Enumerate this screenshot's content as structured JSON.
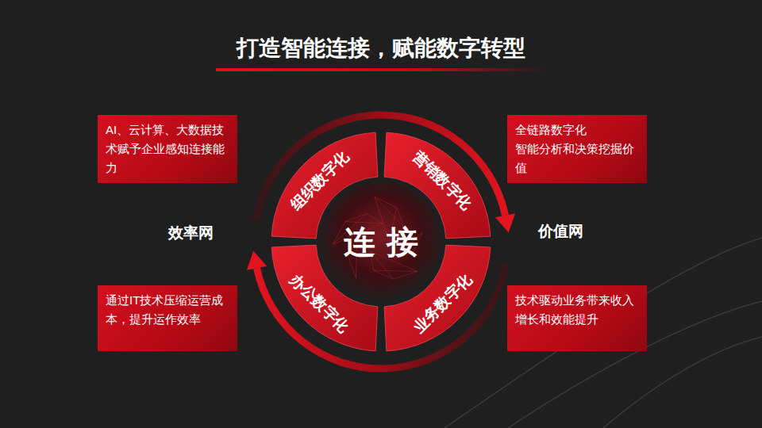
{
  "diagram": {
    "title": "打造智能连接，赋能数字转型",
    "nodes": [
      {
        "text": [
          "AI、云计算、大数据技术赋予企业感知连接能力"
        ]
      },
      {
        "text": [
          "全链路数字化",
          "智能分析和决策挖掘价值"
        ]
      },
      {
        "text": [
          "组织数字化"
        ]
      },
      {
        "text": [
          "营销数字化"
        ]
      },
      {
        "text": [
          "连接"
        ]
      },
      {
        "text": [
          "办公数字化"
        ]
      },
      {
        "text": [
          "业务数字化"
        ]
      },
      {
        "text": [
          "通过IT技术压缩运营成本，提升运作效率"
        ]
      },
      {
        "text": [
          "技术驱动业务带来收入增长和效能提升"
        ]
      }
    ],
    "labels": [
      "效率网",
      "价值网"
    ]
  }
}
